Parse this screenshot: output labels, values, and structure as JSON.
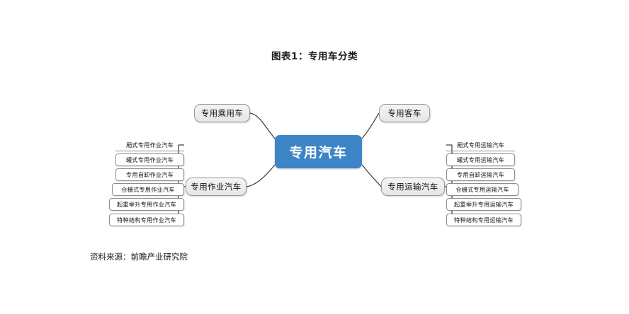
{
  "title": "图表1：专用车分类",
  "source": "资料来源：前瞻产业研究院",
  "colors": {
    "center_fill": "#3d85c6",
    "center_text": "#ffffff",
    "branch_fill": "#eeeeee",
    "branch_border": "#9a9a9a",
    "leaf_border": "#8d8d8d",
    "line": "#3f3f3f",
    "background": "#ffffff"
  },
  "diagram": {
    "type": "mind-map",
    "center": {
      "label": "专用汽车"
    },
    "branches": [
      {
        "id": "passenger-special",
        "label": "专用乘用车",
        "side": "left",
        "position": "top",
        "leaves": []
      },
      {
        "id": "work-vehicle",
        "label": "专用作业汽车",
        "side": "left",
        "position": "bottom",
        "leaves": [
          {
            "label": "厢式专用作业汽车"
          },
          {
            "label": "罐式专用作业汽车"
          },
          {
            "label": "专用自卸作业汽车"
          },
          {
            "label": "仓栅式专用作业汽车"
          },
          {
            "label": "起重举升专用作业汽车"
          },
          {
            "label": "特种结构专用作业汽车"
          }
        ]
      },
      {
        "id": "bus-special",
        "label": "专用客车",
        "side": "right",
        "position": "top",
        "leaves": []
      },
      {
        "id": "transport-vehicle",
        "label": "专用运输汽车",
        "side": "right",
        "position": "bottom",
        "leaves": [
          {
            "label": "厢式专用运输汽车"
          },
          {
            "label": "罐式专用运输汽车"
          },
          {
            "label": "专用自卸运输汽车"
          },
          {
            "label": "仓栅式专用运输汽车"
          },
          {
            "label": "起重举升专用运输汽车"
          },
          {
            "label": "特种结构专用运输汽车"
          }
        ]
      }
    ]
  }
}
